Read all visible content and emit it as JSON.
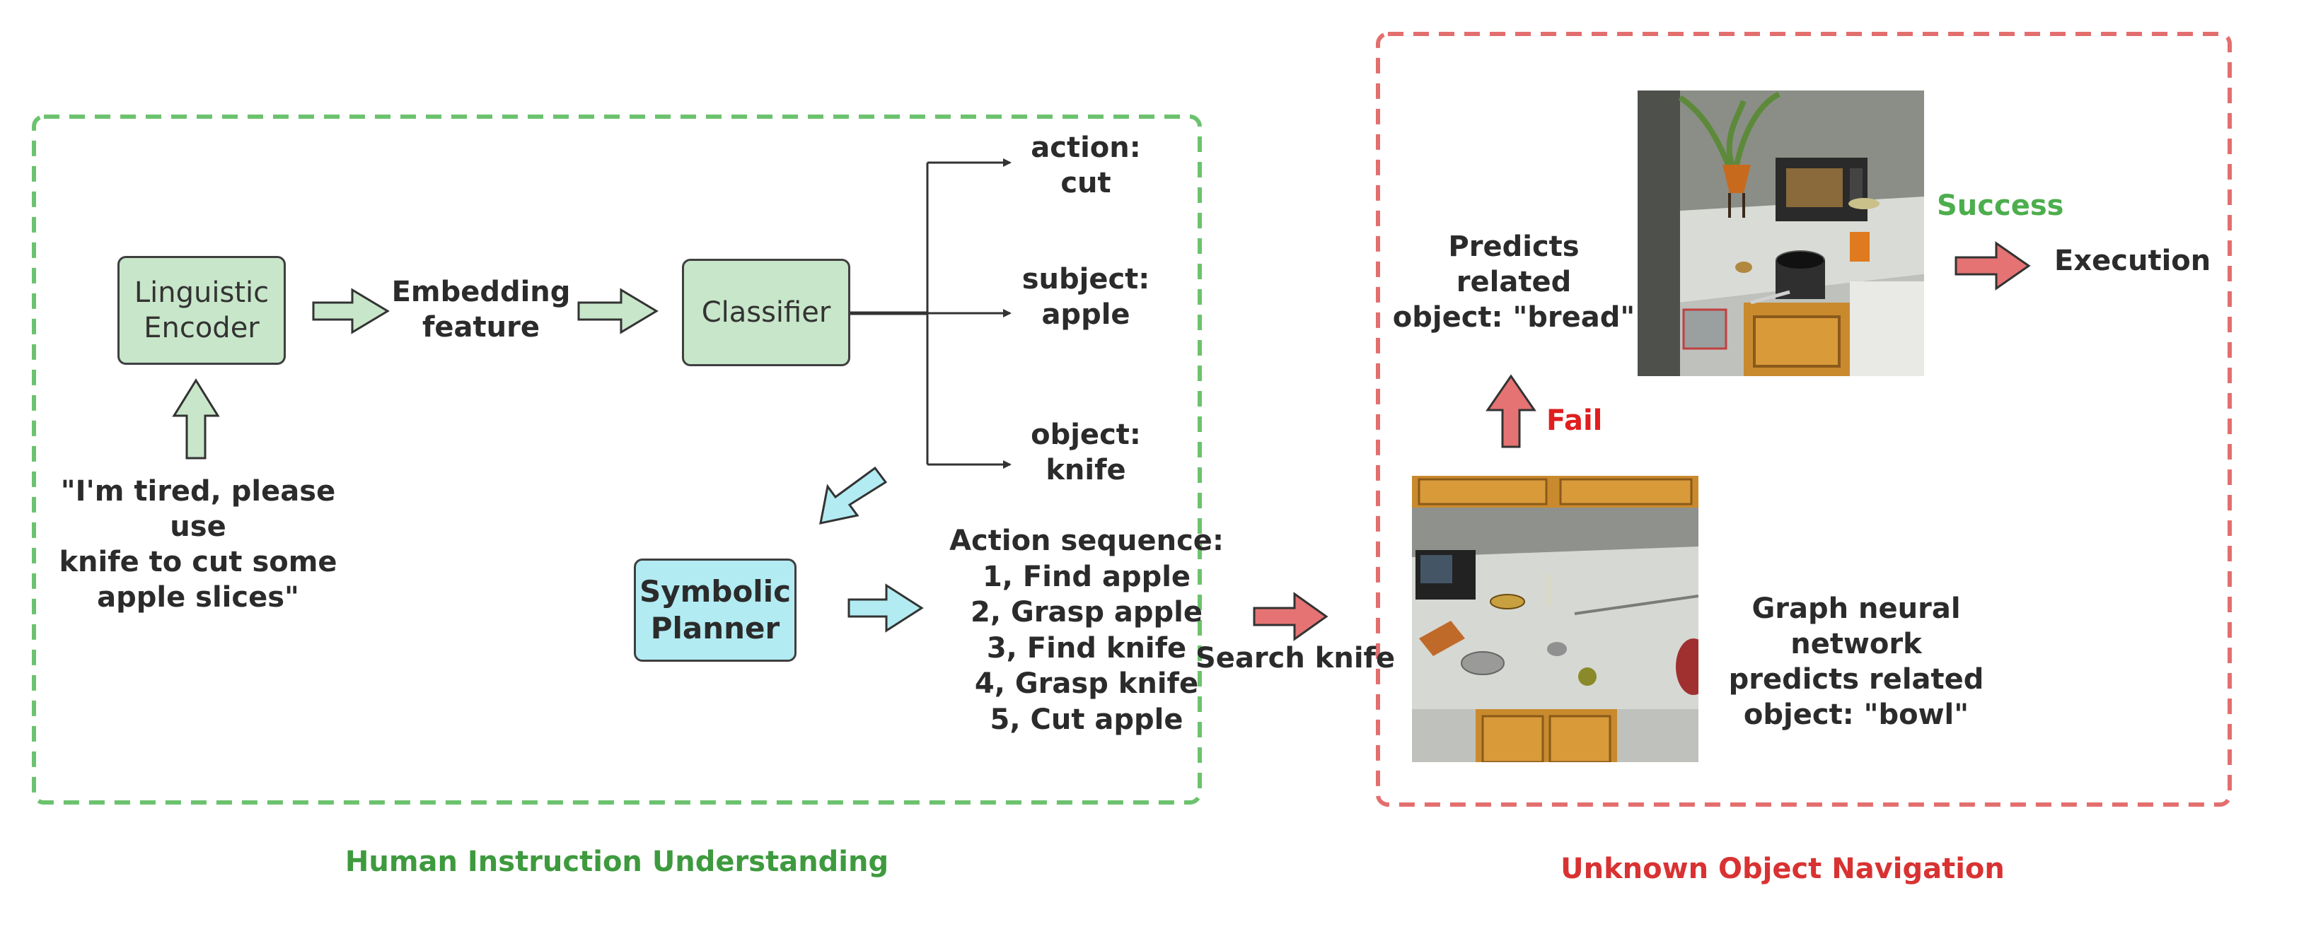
{
  "colors": {
    "green_dash": "#6cc26e",
    "red_dash": "#e36e6e",
    "green_title": "#3e9a3e",
    "red_title": "#d93232",
    "success": "#4cae4c",
    "fail": "#e01e1e",
    "green_box": "#c8e6c9",
    "blue_box": "#b2ebf2",
    "red_arrow": "#e57373"
  },
  "left_panel": {
    "title": "Human Instruction Understanding",
    "encoder": "Linguistic\nEncoder",
    "embedding": "Embedding\nfeature",
    "classifier": "Classifier",
    "instruction": "\"I'm tired, please use\nknife to cut some\napple slices\"",
    "outputs": {
      "action": "action:\ncut",
      "subject": "subject:\napple",
      "object": "object:\nknife"
    },
    "planner": "Symbolic\nPlanner",
    "sequence_title": "Action sequence:",
    "sequence": [
      "1, Find apple",
      "2, Grasp apple",
      "3, Find knife",
      "4, Grasp knife",
      "5, Cut apple"
    ]
  },
  "connector": {
    "search": "Search knife"
  },
  "right_panel": {
    "title": "Unknown Object Navigation",
    "predict_bread": "Predicts related\nobject: \"bread\"",
    "success": "Success",
    "execution": "Execution",
    "fail": "Fail",
    "gnn": "Graph neural network\npredicts related\nobject: \"bowl\""
  }
}
